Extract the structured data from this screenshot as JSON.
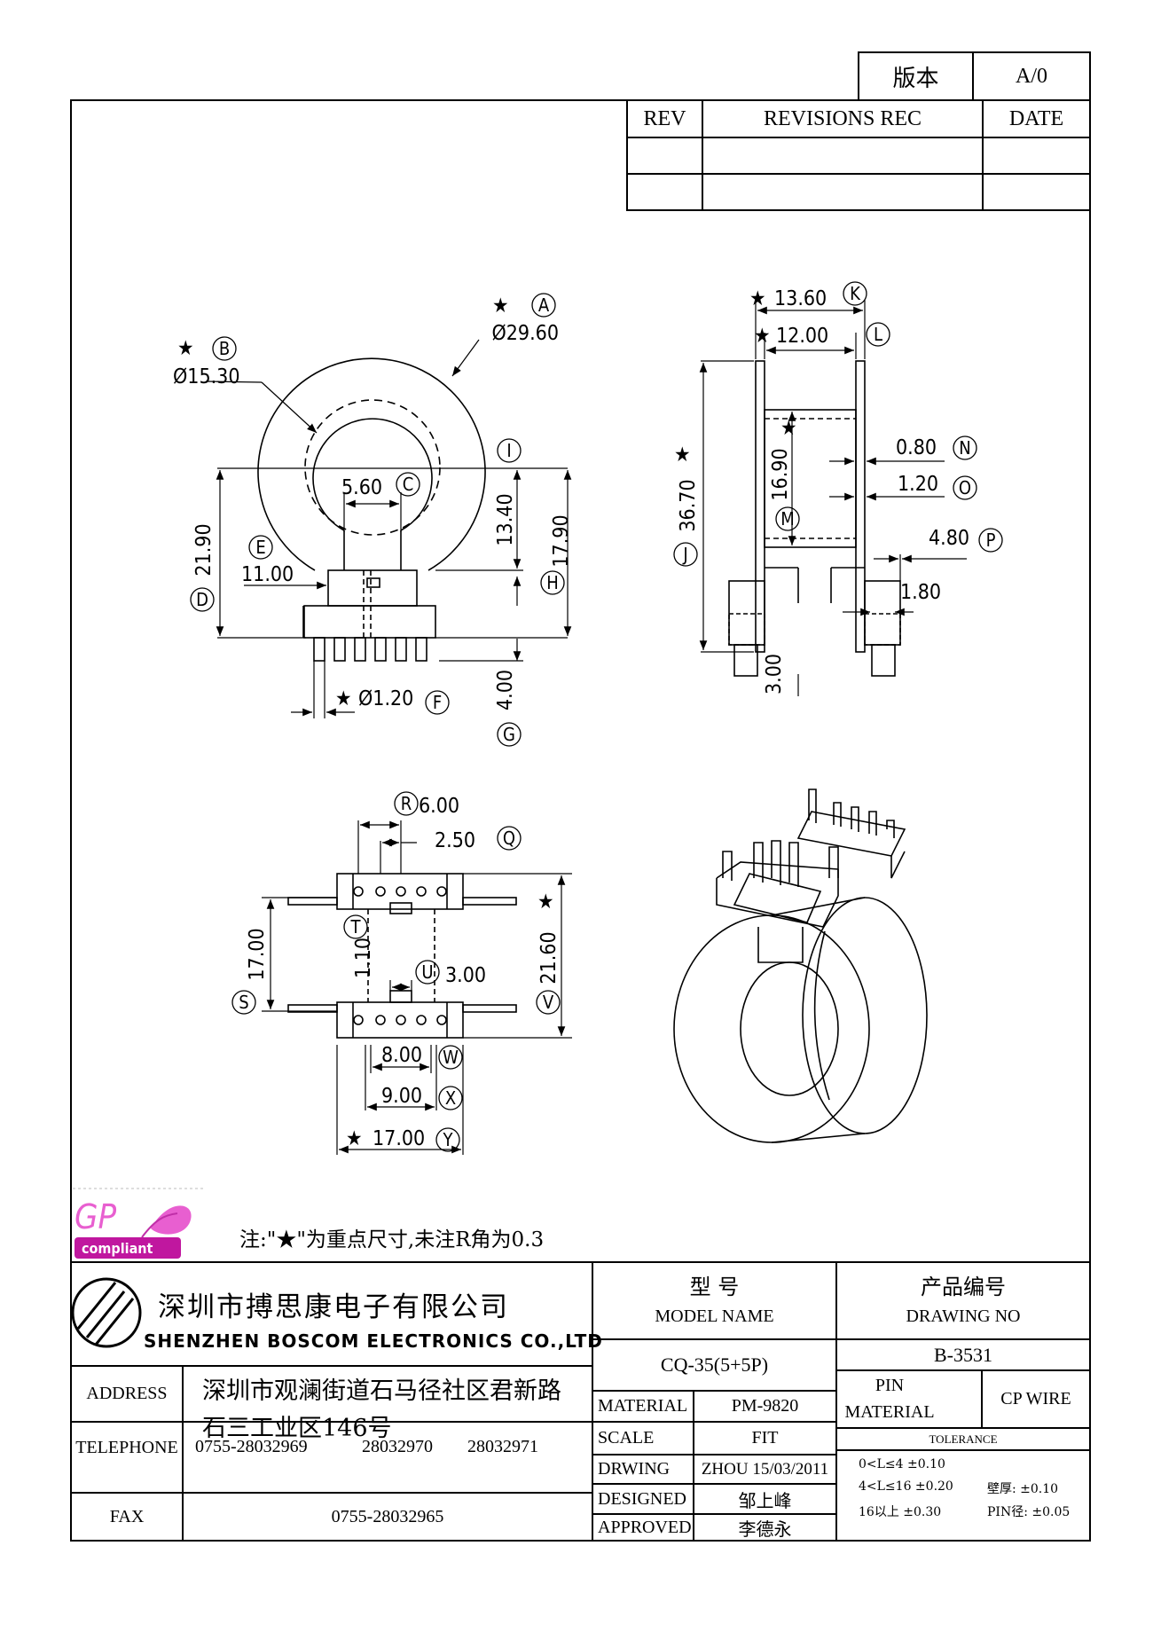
{
  "version_box": {
    "label": "版本",
    "value": "A/0"
  },
  "revisions": {
    "rev_header": "REV",
    "rec_header": "REVISIONS REC",
    "date_header": "DATE"
  },
  "dimensions": {
    "A": "Ø29.60",
    "B": "Ø15.30",
    "C": "5.60",
    "D": "21.90",
    "E": "11.00",
    "F": "Ø1.20",
    "G": "4.00",
    "H": "17.90",
    "I": "13.40",
    "J": "36.70",
    "K": "13.60",
    "L": "12.00",
    "M": "16.90",
    "N": "0.80",
    "O": "1.20",
    "P": "4.80",
    "P2": "1.80",
    "J2": "3.00",
    "R": "6.00",
    "Q": "2.50",
    "T": "1.10",
    "U": "3.00",
    "S": "17.00",
    "V": "21.60",
    "W": "8.00",
    "X": "9.00",
    "Y": "17.00"
  },
  "markers": {
    "A": "A",
    "B": "B",
    "C": "C",
    "D": "D",
    "E": "E",
    "F": "F",
    "G": "G",
    "H": "H",
    "I": "I",
    "J": "J",
    "K": "K",
    "L": "L",
    "M": "M",
    "N": "N",
    "O": "O",
    "P": "P",
    "Q": "Q",
    "R": "R",
    "S": "S",
    "T": "T",
    "U": "U",
    "V": "V",
    "W": "W",
    "X": "X",
    "Y": "Y"
  },
  "star": "★",
  "gp_logo": {
    "text": "GP",
    "subtext": "compliant"
  },
  "note": "注:\"★\"为重点尺寸,未注R角为0.3",
  "company": {
    "name_cn": "深圳市搏思康电子有限公司",
    "name_en": "SHENZHEN BOSCOM ELECTRONICS CO.,LTD"
  },
  "address": {
    "label": "ADDRESS",
    "line1": "深圳市观澜街道石马径社区君新路",
    "line2": "石三工业区146号"
  },
  "telephone": {
    "label": "TELEPHONE",
    "n1": "0755-28032969",
    "n2": "28032970",
    "n3": "28032971"
  },
  "fax": {
    "label": "FAX",
    "value": "0755-28032965"
  },
  "model": {
    "label_cn": "型    号",
    "label_en": "MODEL NAME",
    "value": "CQ-35(5+5P)"
  },
  "drawing_no": {
    "label_cn": "产品编号",
    "label_en": "DRAWING NO",
    "value": "B-3531"
  },
  "material": {
    "label": "MATERIAL",
    "value": "PM-9820"
  },
  "scale": {
    "label": "SCALE",
    "value": "FIT"
  },
  "drwing": {
    "label": "DRWING",
    "value": "ZHOU 15/03/2011"
  },
  "designed": {
    "label": "DESIGNED",
    "value": "邹上峰"
  },
  "approved": {
    "label": "APPROVED",
    "value": "李德永"
  },
  "pin_material": {
    "label1": "PIN",
    "label2": "MATERIAL",
    "value": "CP WIRE"
  },
  "tolerance": {
    "label": "TOLERANCE",
    "r1": "0<L≤4  ±0.10",
    "r2": "4<L≤16  ±0.20",
    "r3": "16以上    ±0.30",
    "wall": "壁厚:  ±0.10",
    "pin_dia": "PIN径: ±0.05"
  }
}
